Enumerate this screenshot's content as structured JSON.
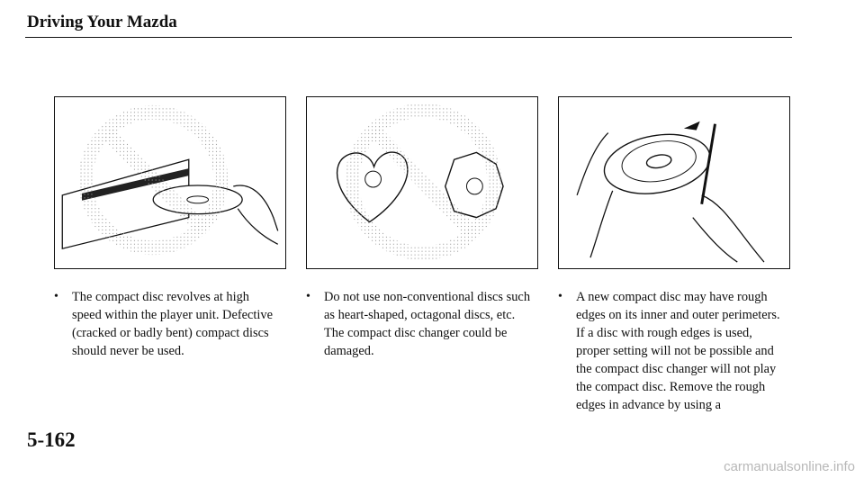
{
  "header": {
    "title": "Driving Your Mazda"
  },
  "bullets": [
    {
      "text": "The compact disc revolves at high speed within the player unit. Defective (cracked or badly bent) compact discs should never be used."
    },
    {
      "text": "Do not use non-conventional discs such as heart-shaped, octagonal discs, etc. The compact disc changer could be damaged."
    },
    {
      "text": "A new compact disc may have rough edges on its inner and outer perimeters. If a disc with rough edges is used, proper setting will not be possible and the compact disc changer will not play the compact disc. Remove the rough edges in advance by using a"
    }
  ],
  "bullet_glyph": "•",
  "page_number": "5-162",
  "watermark": "carmanualsonline.info"
}
